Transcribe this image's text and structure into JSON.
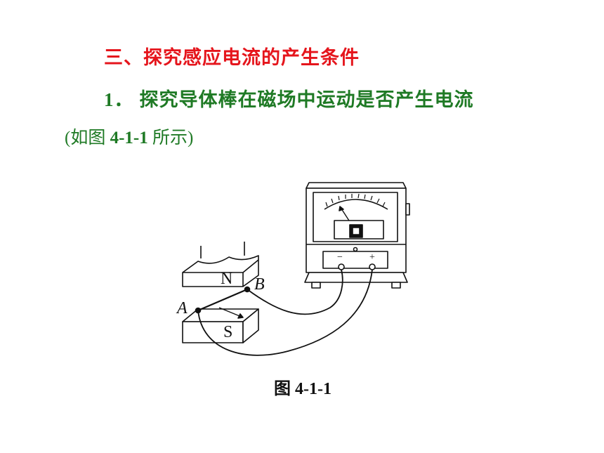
{
  "heading": "三、探究感应电流的产生条件",
  "subheading": {
    "number": "1．",
    "text": "探究导体棒在磁场中运动是否产生电流"
  },
  "note": {
    "open": "(如图 ",
    "ref": "4-1-1",
    "close": " 所示)"
  },
  "figure": {
    "label_n": "N",
    "label_s": "S",
    "label_a": "A",
    "label_b": "B",
    "terminal_minus": "−",
    "terminal_plus": "+",
    "caption": "图 4-1-1"
  }
}
